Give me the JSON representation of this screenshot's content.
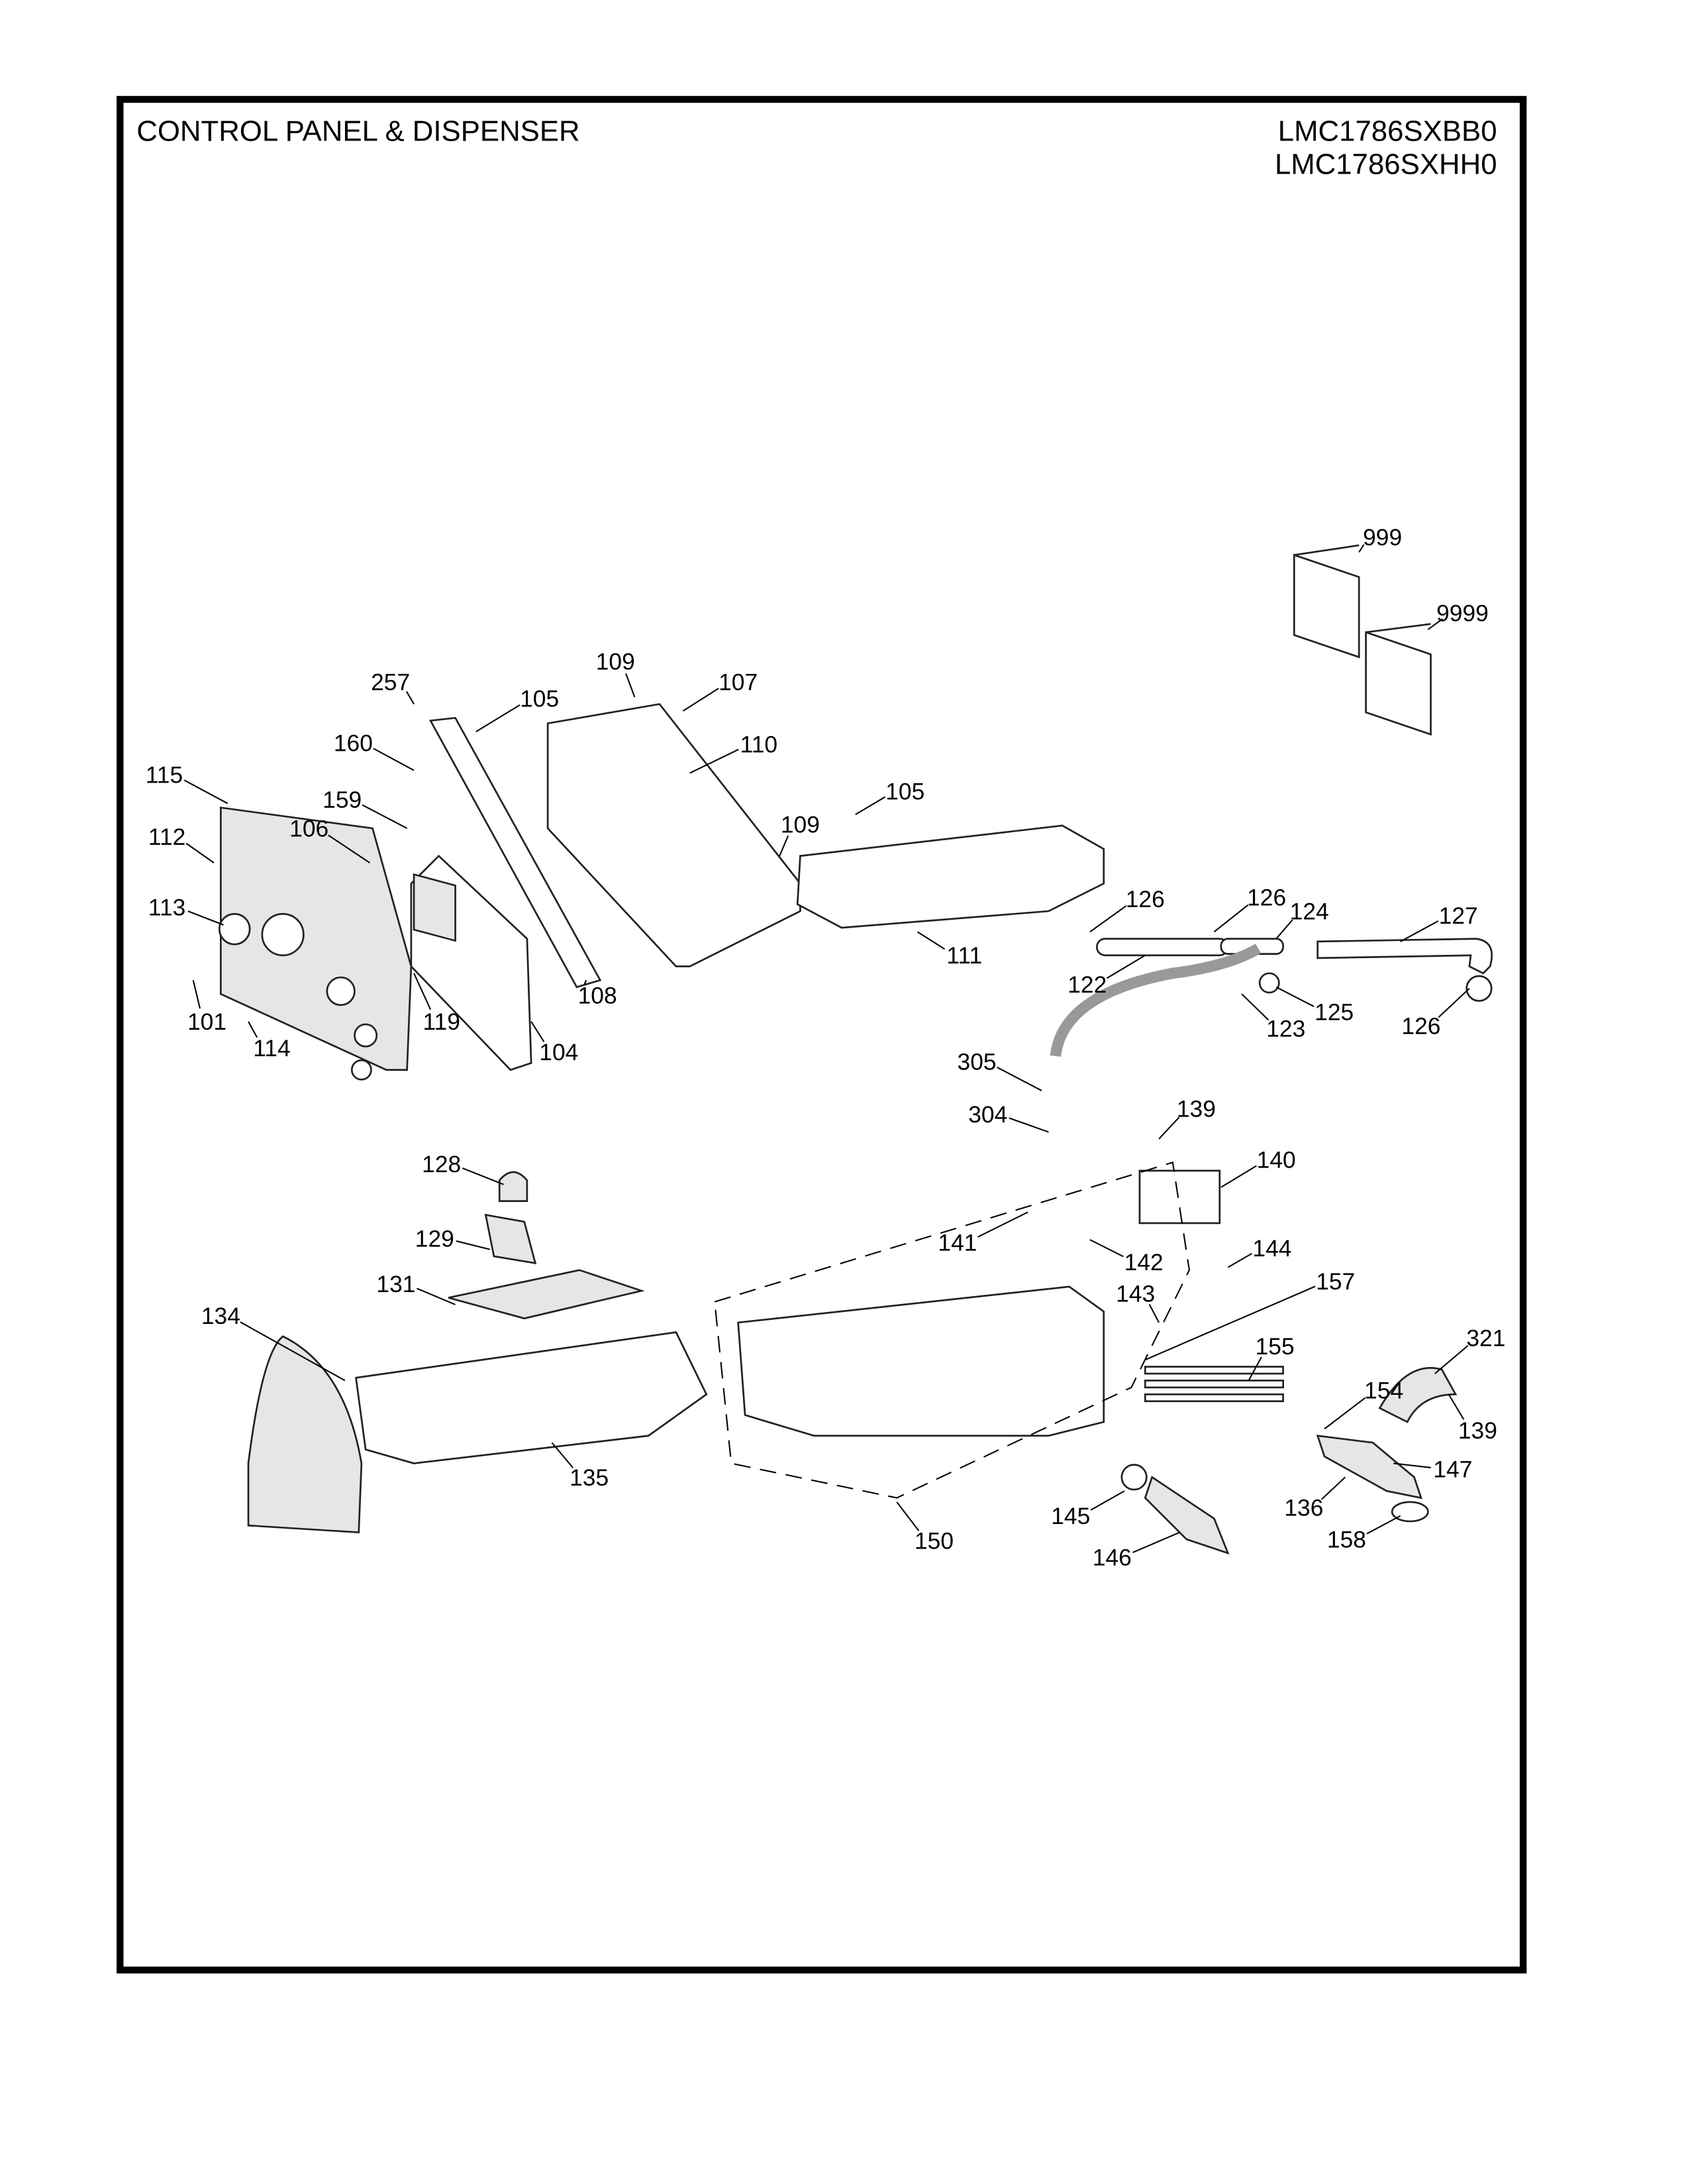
{
  "header": {
    "title": "CONTROL PANEL & DISPENSER",
    "models": [
      "LMC1786SXBB0",
      "LMC1786SXHH0"
    ]
  },
  "callouts": [
    "999",
    "9999",
    "109",
    "257",
    "105",
    "107",
    "110",
    "160",
    "115",
    "105",
    "159",
    "109",
    "106",
    "112",
    "126",
    "126",
    "124",
    "127",
    "113",
    "111",
    "122",
    "125",
    "126",
    "123",
    "101",
    "119",
    "108",
    "114",
    "104",
    "305",
    "304",
    "139",
    "128",
    "140",
    "129",
    "141",
    "142",
    "144",
    "131",
    "143",
    "157",
    "134",
    "155",
    "321",
    "154",
    "139",
    "135",
    "147",
    "136",
    "145",
    "158",
    "150",
    "146"
  ]
}
